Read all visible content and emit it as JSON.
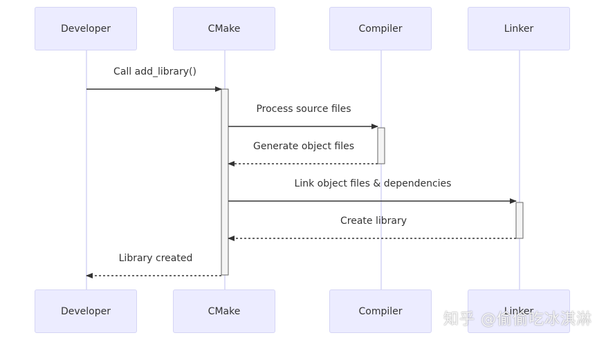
{
  "participants": [
    {
      "id": "dev",
      "label": "Developer"
    },
    {
      "id": "cmake",
      "label": "CMake"
    },
    {
      "id": "compiler",
      "label": "Compiler"
    },
    {
      "id": "linker",
      "label": "Linker"
    }
  ],
  "messages": [
    {
      "from": "dev",
      "to": "cmake",
      "label": "Call add_library()",
      "style": "solid"
    },
    {
      "from": "cmake",
      "to": "compiler",
      "label": "Process source files",
      "style": "solid"
    },
    {
      "from": "compiler",
      "to": "cmake",
      "label": "Generate object files",
      "style": "dashed"
    },
    {
      "from": "cmake",
      "to": "linker",
      "label": "Link object files & dependencies",
      "style": "solid"
    },
    {
      "from": "linker",
      "to": "cmake",
      "label": "Create library",
      "style": "dashed"
    },
    {
      "from": "cmake",
      "to": "dev",
      "label": "Library created",
      "style": "dashed"
    }
  ],
  "watermark": "知乎 @偷偷吃冰淇淋",
  "colors": {
    "actor_fill": "#ececff",
    "actor_border": "#d4d4f5",
    "lifeline": "#d4d4f5",
    "activation_fill": "#f4f4f4",
    "activation_border": "#666666",
    "arrow": "#333333",
    "text": "#333333"
  }
}
